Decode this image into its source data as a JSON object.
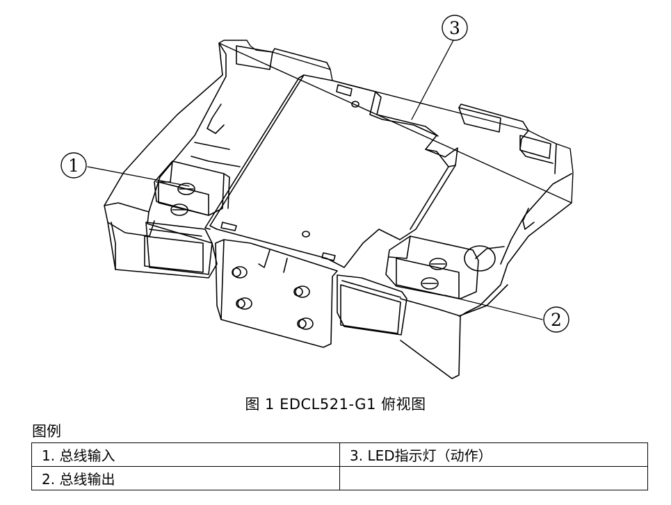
{
  "callouts": [
    {
      "num": "1"
    },
    {
      "num": "2"
    },
    {
      "num": "3"
    }
  ],
  "caption": "图 1 EDCL521-G1 俯视图",
  "legend": {
    "title": "图例",
    "rows": [
      [
        "1. 总线输入",
        "3. LED指示灯（动作）"
      ],
      [
        "2. 总线输出",
        ""
      ]
    ]
  }
}
